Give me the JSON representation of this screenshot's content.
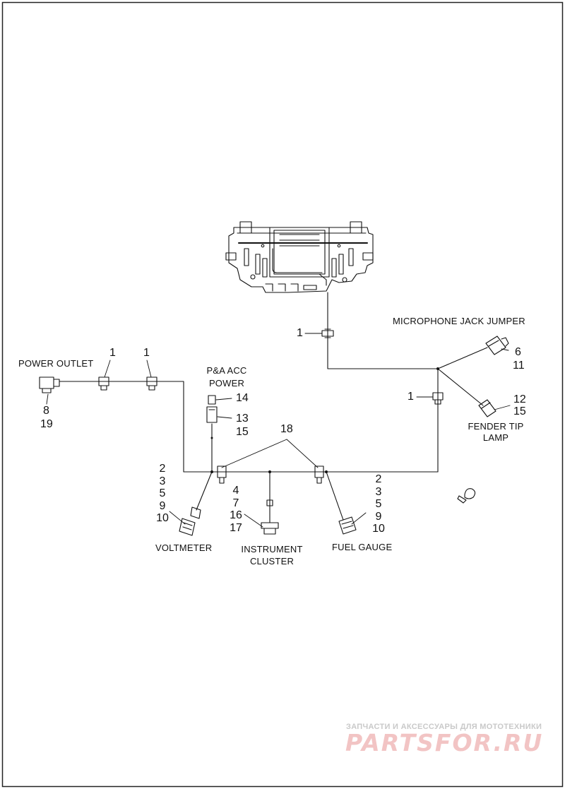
{
  "labels": {
    "power_outlet": "POWER OUTLET",
    "pa_acc_power_line1": "P&A ACC",
    "pa_acc_power_line2": "POWER",
    "microphone_jack_jumper": "MICROPHONE JACK JUMPER",
    "fender_tip_lamp_line1": "FENDER TIP",
    "fender_tip_lamp_line2": "LAMP",
    "voltmeter": "VOLTMETER",
    "instrument_cluster_line1": "INSTRUMENT",
    "instrument_cluster_line2": "CLUSTER",
    "fuel_gauge": "FUEL GAUGE"
  },
  "callouts": {
    "clip_top": "1",
    "clip_outlet_left": "1",
    "clip_outlet_right": "1",
    "clip_right": "1",
    "power_outlet_a": "8",
    "power_outlet_b": "19",
    "pa_acc_a": "14",
    "pa_acc_b": "13",
    "pa_acc_c": "15",
    "connector_group": "18",
    "mic_jack_a": "6",
    "mic_jack_b": "11",
    "fender_a": "12",
    "fender_b": "15",
    "voltmeter_stack": [
      "2",
      "3",
      "5",
      "9",
      "10"
    ],
    "cluster_stack": [
      "4",
      "7",
      "16",
      "17"
    ],
    "fuel_gauge_stack": [
      "2",
      "3",
      "5",
      "9",
      "10"
    ]
  },
  "watermark": {
    "tagline": "ЗАПЧАСТИ И АКСЕССУАРЫ ДЛЯ МОТОТЕХНИКИ",
    "brand": "PARTSFOR.RU",
    "brand_color": "#e07070"
  }
}
